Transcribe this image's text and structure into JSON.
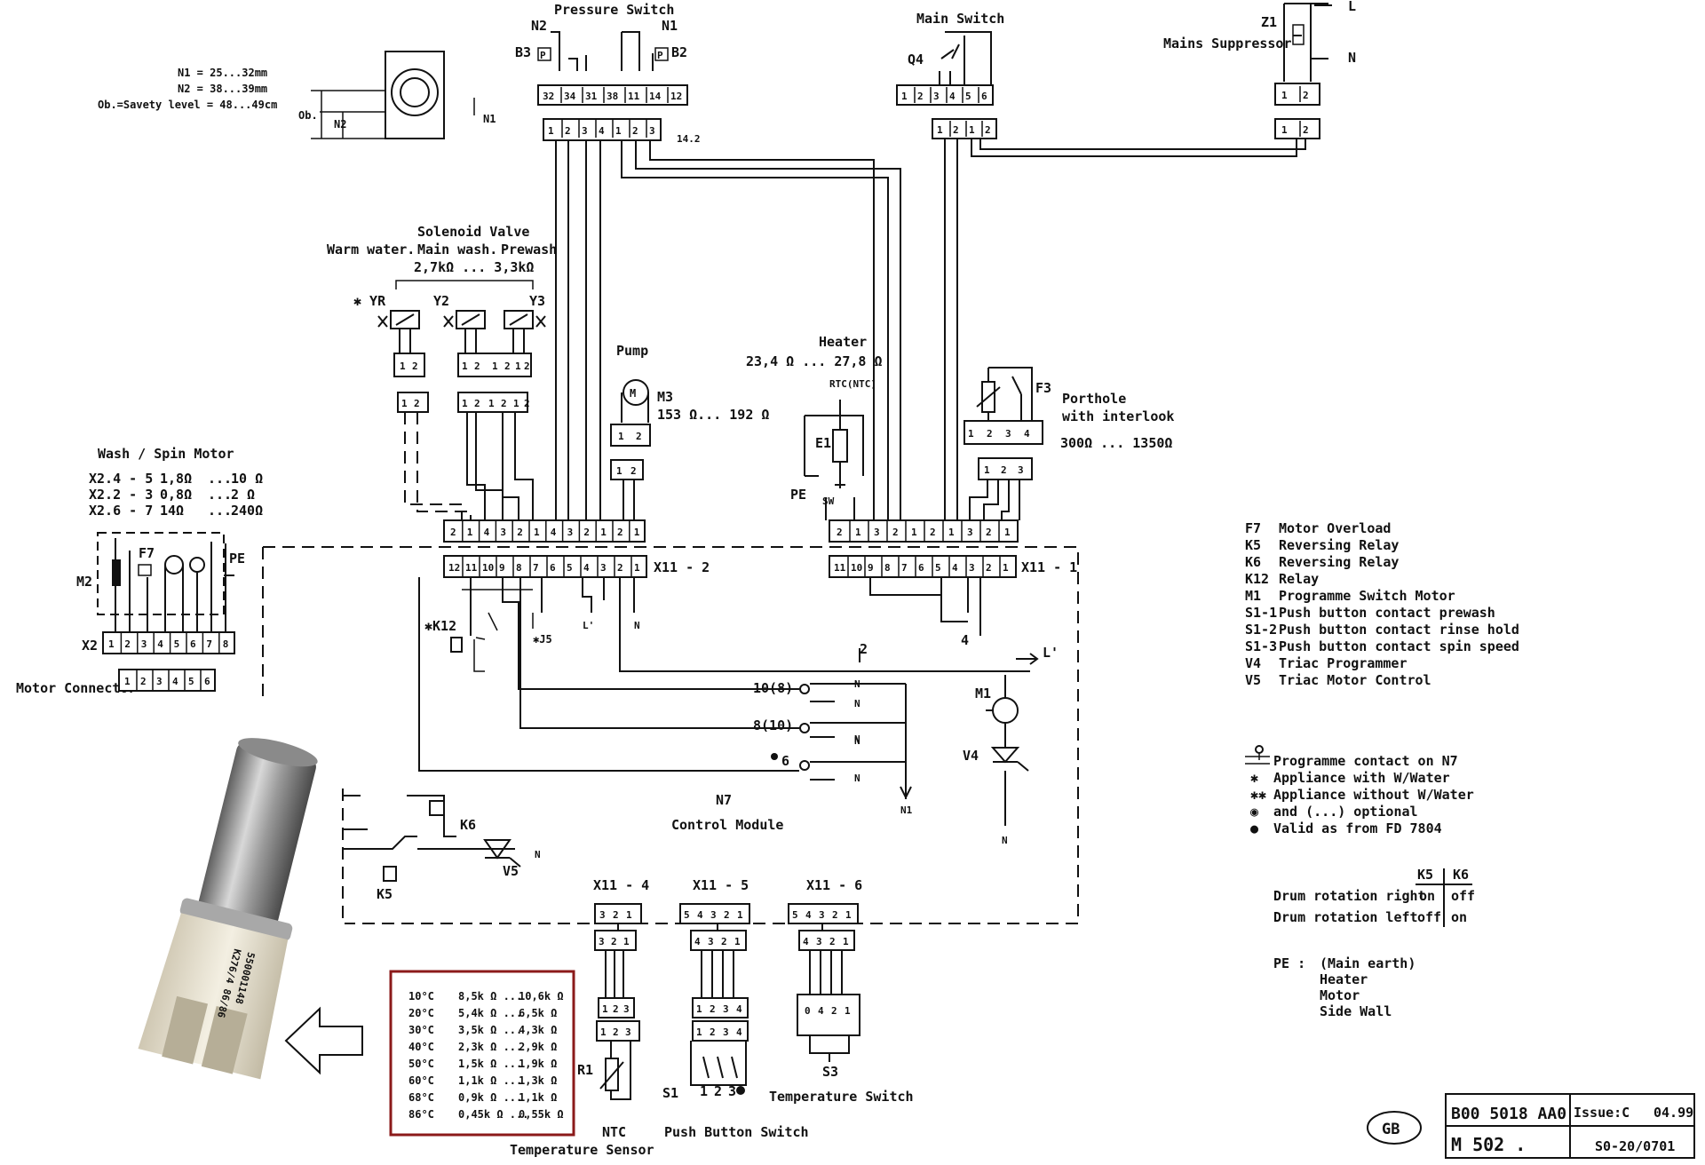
{
  "pressure_switch": {
    "title": "Pressure Switch",
    "n2": "N2",
    "n1": "N1",
    "b3": "B3",
    "b2": "B2",
    "p": "P",
    "pins_top": [
      "32",
      "34",
      "31",
      "38",
      "11",
      "14",
      "12"
    ],
    "pins_bottom": [
      "1",
      "2",
      "3",
      "4",
      "1",
      "2",
      "3"
    ],
    "pin_extra": "14.2"
  },
  "level_spec": {
    "n1": "N1 = 25...32mm",
    "n2": "N2 = 38...39mm",
    "ob": "Ob.=Savety level = 48...49cm",
    "label_ob": "Ob.",
    "label_n2": "N2",
    "label_n1": "N1"
  },
  "main_switch": {
    "title": "Main Switch",
    "ref": "Q4",
    "pins_top": [
      "1",
      "2",
      "3",
      "4",
      "5",
      "6"
    ],
    "pins_bottom": [
      "1",
      "2",
      "1",
      "2"
    ]
  },
  "mains_suppressor": {
    "title": "Mains Suppressor",
    "ref": "Z1",
    "l": "L",
    "n": "N",
    "pins": [
      "1",
      "2"
    ],
    "pins_bottom": [
      "1",
      "2"
    ]
  },
  "solenoid_valve": {
    "title": "Solenoid Valve",
    "warm": "Warm water.",
    "main": "Main wash.",
    "prewash": "Prewash",
    "resistance": "2,7kΩ ... 3,3kΩ",
    "yr": "✱ YR",
    "y2": "Y2",
    "y3": "Y3",
    "pins": [
      "1",
      "2",
      "1",
      "2",
      "1",
      "2"
    ]
  },
  "pump": {
    "title": "Pump",
    "ref": "M3",
    "resistance": "153 Ω... 192 Ω",
    "m": "M",
    "pins": [
      "1",
      "2"
    ]
  },
  "heater": {
    "title": "Heater",
    "resistance": "23,4 Ω ... 27,8 Ω",
    "rtc": "RTC(NTC)",
    "ref": "E1",
    "pe": "PE",
    "sw": "SW"
  },
  "porthole": {
    "title": "Porthole",
    "subtitle": "with interlook",
    "resistance": "300Ω ... 1350Ω",
    "f3": "F3",
    "pins": [
      "1",
      "2",
      "3",
      "4"
    ],
    "pins_bottom": [
      "1",
      "2",
      "3"
    ]
  },
  "wash_motor": {
    "title": "Wash / Spin Motor",
    "rows": [
      {
        "pin": "X2.4 - 5",
        "min": "1,8Ω",
        "max": "10 Ω"
      },
      {
        "pin": "X2.2 - 3",
        "min": "0,8Ω",
        "max": "2 Ω"
      },
      {
        "pin": "X2.6 - 7",
        "min": "14Ω",
        "max": "240Ω"
      }
    ],
    "m2": "M2",
    "f7": "F7",
    "pe": "PE",
    "x2": "X2",
    "connector": "Motor Connector",
    "pins": [
      "1",
      "2",
      "3",
      "4",
      "5",
      "6",
      "7",
      "8"
    ]
  },
  "connectors": {
    "x11_2": "X11 - 2",
    "x11_1": "X11 - 1",
    "x11_2_pins": [
      "12",
      "11",
      "10",
      "9",
      "8",
      "7",
      "6",
      "5",
      "4",
      "3",
      "2",
      "1"
    ],
    "x11_1_pins": [
      "11",
      "10",
      "9",
      "8",
      "7",
      "6",
      "5",
      "4",
      "3",
      "2",
      "1"
    ],
    "plug_left": [
      "2",
      "1",
      "4",
      "3",
      "2",
      "1",
      "4",
      "3",
      "2",
      "1",
      "2",
      "1"
    ],
    "plug_right": [
      "2",
      "1",
      "3",
      "2",
      "1",
      "2",
      "1",
      "3",
      "2",
      "1"
    ]
  },
  "control_module": {
    "title": "N7",
    "subtitle": "Control Module",
    "k12": "✱K12",
    "j5": "✱J5",
    "k6": "K6",
    "k5": "K5",
    "v5": "V5",
    "m1": "M1",
    "v4": "V4",
    "n1": "N1",
    "l": "L'",
    "n": "N",
    "c2": "2",
    "c4": "4",
    "c6": "6",
    "c10": "10(8)",
    "c8": "8(10)"
  },
  "x11_4": {
    "title": "X11 - 4",
    "pins": [
      "3",
      "2",
      "1"
    ],
    "pins_b": [
      "1",
      "2",
      "3"
    ],
    "r1": "R1",
    "label": "NTC",
    "sub": "Temperature Sensor"
  },
  "x11_5": {
    "title": "X11 - 5",
    "pins": [
      "5",
      "4",
      "3",
      "2",
      "1"
    ],
    "pins_b": [
      "4",
      "3",
      "2",
      "1"
    ],
    "pins_c": [
      "1",
      "2",
      "3",
      "4"
    ],
    "s1": "S1",
    "label": "Push Button Switch",
    "btn": [
      "1",
      "2",
      "3"
    ]
  },
  "x11_6": {
    "title": "X11 - 6",
    "pins": [
      "5",
      "4",
      "3",
      "2",
      "1"
    ],
    "pins_b": [
      "4",
      "3",
      "2",
      "1"
    ],
    "s3": "S3",
    "label": "Temperature Switch",
    "pins_c": [
      "0",
      "4",
      "2",
      "1"
    ]
  },
  "legend": [
    {
      "code": "F7",
      "desc": "Motor Overload"
    },
    {
      "code": "K5",
      "desc": "Reversing Relay"
    },
    {
      "code": "K6",
      "desc": "Reversing Relay"
    },
    {
      "code": "K12",
      "desc": "Relay"
    },
    {
      "code": "M1",
      "desc": "Programme Switch Motor"
    },
    {
      "code": "S1-1",
      "desc": "Push button contact   prewash"
    },
    {
      "code": "S1-2",
      "desc": "Push button contact   rinse hold"
    },
    {
      "code": "S1-3",
      "desc": "Push button contact   spin speed"
    },
    {
      "code": "V4",
      "desc": "Triac Programmer"
    },
    {
      "code": "V5",
      "desc": "Triac Motor Control"
    }
  ],
  "notes": [
    {
      "sym": "",
      "text": "Programme contact on N7"
    },
    {
      "sym": "✱",
      "text": "Appliance with W/Water"
    },
    {
      "sym": "✱✱",
      "text": "Appliance without W/Water"
    },
    {
      "sym": "◉",
      "text": "and (...) optional"
    },
    {
      "sym": "●",
      "text": "Valid as from FD 7804"
    }
  ],
  "rotation_table": {
    "head": [
      "K5",
      "K6"
    ],
    "rows": [
      {
        "label": "Drum rotation right",
        "k5": "on",
        "k6": "off"
      },
      {
        "label": "Drum rotation left",
        "k5": "off",
        "k6": "on"
      }
    ]
  },
  "pe_note": {
    "label": "PE :",
    "lines": [
      "(Main earth)",
      "Heater",
      "Motor",
      "Side Wall"
    ]
  },
  "ntc_table": [
    {
      "t": "10°C",
      "min": "8,5k Ω ...",
      "max": "10,6k Ω"
    },
    {
      "t": "20°C",
      "min": "5,4k Ω ...",
      "max": "6,5k Ω"
    },
    {
      "t": "30°C",
      "min": "3,5k Ω ...",
      "max": "4,3k Ω"
    },
    {
      "t": "40°C",
      "min": "2,3k Ω ...",
      "max": "2,9k Ω"
    },
    {
      "t": "50°C",
      "min": "1,5k Ω ...",
      "max": "1,9k Ω"
    },
    {
      "t": "60°C",
      "min": "1,1k Ω ...",
      "max": "1,3k Ω"
    },
    {
      "t": "68°C",
      "min": "0,9k Ω ...",
      "max": "1,1k Ω"
    },
    {
      "t": "86°C",
      "min": "0,45k Ω ...",
      "max": "0,55k Ω"
    }
  ],
  "sensor_photo": {
    "print1": "550001148",
    "print2": "K276/4 86/86"
  },
  "title_block": {
    "doc": "B00 5018 AA0",
    "issue": "Issue:C",
    "date": "04.99",
    "model": "M 502 .",
    "ref": "S0-20/0701",
    "country": "GB"
  },
  "colors": {
    "ink": "#111111",
    "ntc_border": "#8b1a1a",
    "sensor_metal": "#9a9a9a",
    "sensor_plastic": "#e8e2d0"
  }
}
